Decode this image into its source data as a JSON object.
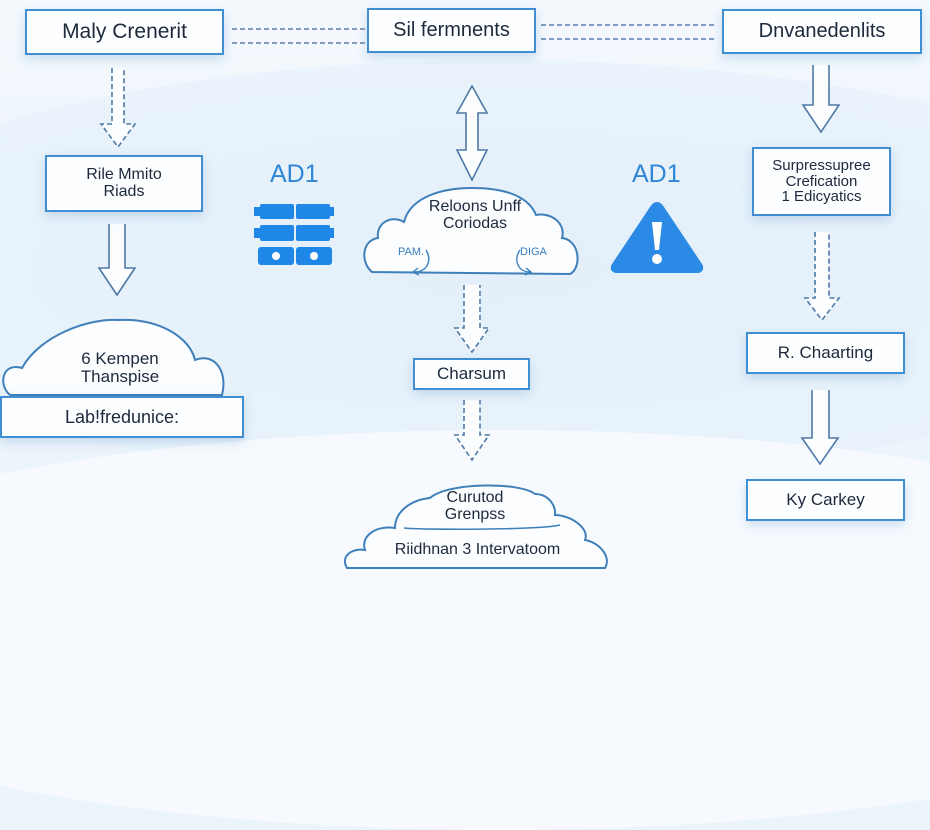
{
  "nodes": {
    "top_left": "Maly Crenerit",
    "top_center": "Sil fermnents",
    "top_right": "Dnvanedenlits",
    "left_mid": "Rile Mmito\nRiads",
    "left_cloud": "6 Kempen\nThanspise",
    "left_base": "Lab!fredunice:",
    "center_cloud": "Reloons Unff\nCoriodas",
    "center_cloud_left_tag": "PAM.",
    "center_cloud_right_tag": "DIGA",
    "center_mid": "Charsum",
    "bottom_cloud": "Curutod\nGrenpss",
    "bottom_base": "Riidhnan 3 Intervatoom",
    "right_mid": "Surpressupree\nCrefication\n1 Edicyatics",
    "right_lower": "R. Chaarting",
    "right_bottom": "Ky Carkey"
  },
  "icons": {
    "left_icon_label": "AD1",
    "left_icon": "server-rack-icon",
    "right_icon_label": "AD1",
    "right_icon": "warning-icon"
  },
  "colors": {
    "accent": "#2f86d6",
    "border": "#3f8fd2",
    "text": "#1c2a3c",
    "arrow": "#4f79a6"
  }
}
